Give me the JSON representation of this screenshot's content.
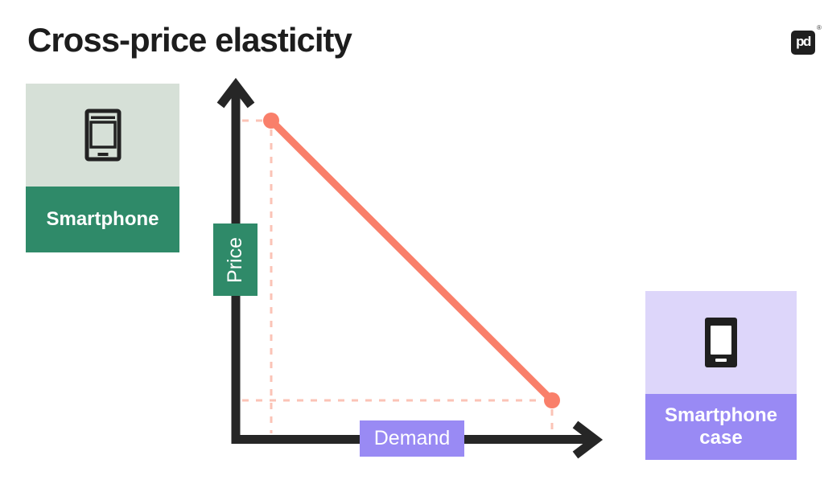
{
  "title": "Cross-price elasticity",
  "logo": {
    "mark": "pd",
    "registered_symbol": "®"
  },
  "left_card": {
    "label": "Smartphone"
  },
  "right_card": {
    "label": "Smartphone case"
  },
  "chart": {
    "y_axis_label": "Price",
    "x_axis_label": "Demand"
  },
  "chart_data": {
    "type": "line",
    "title": "Cross-price elasticity",
    "xlabel": "Demand",
    "ylabel": "Price",
    "axes_numeric": false,
    "grid": false,
    "legend": "none",
    "series": [
      {
        "name": "smartphone-price-vs-smartphone-case-demand",
        "slope": "negative",
        "qualitative_points": [
          {
            "price": "high",
            "demand": "low"
          },
          {
            "price": "low",
            "demand": "high"
          }
        ],
        "color": "#f97f6a"
      }
    ],
    "annotations": [
      "dashed guide lines connect each endpoint to the Price axis and the Demand axis"
    ],
    "pixel_geometry": {
      "origin": {
        "x": 293,
        "y": 546
      },
      "y_axis_tip_y": 99,
      "x_axis_tip_x": 744,
      "points": [
        {
          "x": 337,
          "y": 150
        },
        {
          "x": 686,
          "y": 498
        }
      ],
      "dot_radius": 10,
      "line_width": 9
    }
  },
  "colors": {
    "background": "#ffffff",
    "ink": "#1d1d1d",
    "axis": "#262626",
    "green_dark": "#2f8a69",
    "green_light": "#d6e0d7",
    "purple": "#998af4",
    "purple_light": "#ddd6fa",
    "salmon": "#f97f6a",
    "salmon_light": "#fbc3b6"
  }
}
